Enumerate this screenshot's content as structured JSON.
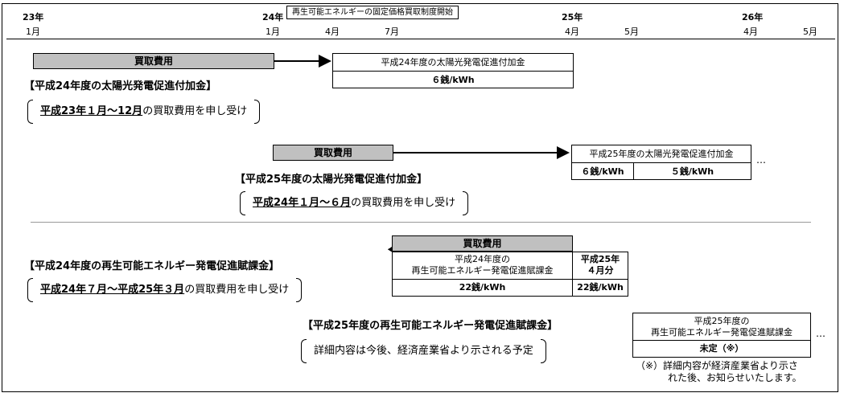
{
  "timeline": {
    "marks": [
      {
        "year": "23年",
        "month": "1月"
      },
      {
        "year": "24年",
        "month": "1月"
      },
      {
        "year": "",
        "month": "4月"
      },
      {
        "year": "",
        "month": "7月"
      },
      {
        "year": "25年",
        "month": "4月"
      },
      {
        "year": "",
        "month": "5月"
      },
      {
        "year": "26年",
        "month": "4月"
      },
      {
        "year": "",
        "month": "5月"
      }
    ],
    "start_badge": "再生可能エネルギーの固定価格買取制度開始"
  },
  "section1": {
    "bar_label": "買取費用",
    "heading": "【平成24年度の太陽光発電促進付加金】",
    "note_underlined": "平成23年１月～12月",
    "note_rest": "の買取費用を申し受け",
    "result_title": "平成24年度の太陽光発電促進付加金",
    "result_value": "６銭/kWh"
  },
  "section2": {
    "bar_label": "買取費用",
    "heading": "【平成25年度の太陽光発電促進付加金】",
    "note_underlined": "平成24年１月～６月",
    "note_rest": "の買取費用を申し受け",
    "result_title": "平成25年度の太陽光発電促進付加金",
    "result_value_a": "６銭/kWh",
    "result_value_b": "５銭/kWh",
    "ellipsis": "…"
  },
  "section3": {
    "bar_label": "買取費用",
    "heading": "【平成24年度の再生可能エネルギー発電促進賦課金】",
    "note_underlined": "平成24年７月～平成25年３月",
    "note_rest": "の買取費用を申し受け",
    "result_title_line1": "平成24年度の",
    "result_title_line2": "再生可能エネルギー発電促進賦課金",
    "side_title_line1": "平成25年",
    "side_title_line2": "４月分",
    "result_value": "22銭/kWh",
    "side_value": "22銭/kWh"
  },
  "section4": {
    "heading": "【平成25年度の再生可能エネルギー発電促進賦課金】",
    "note": "詳細内容は今後、経済産業省より示される予定",
    "result_title_line1": "平成25年度の",
    "result_title_line2": "再生可能エネルギー発電促進賦課金",
    "result_value": "未定（※）",
    "ellipsis": "…",
    "footnote_line1": "（※）詳細内容が経済産業省より示さ",
    "footnote_line2": "れた後、お知らせいたします。"
  }
}
